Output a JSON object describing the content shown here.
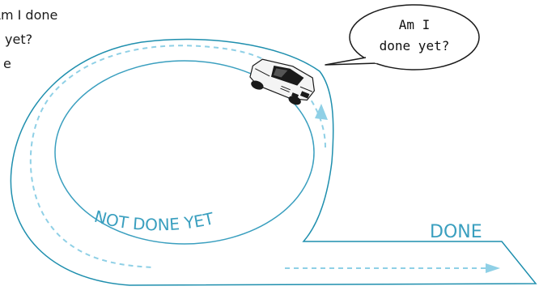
{
  "colors": {
    "track": "#1f8fae",
    "lane": "#8fd0e6",
    "label": "#3a9fbf",
    "ink": "#1a1a1a"
  },
  "side_text": {
    "line1": "Am I done",
    "line2": "yet?",
    "line3": "e"
  },
  "bubble": {
    "line1": "Am I",
    "line2": "done yet?"
  },
  "labels": {
    "not_done": "NOT DONE YET",
    "done": "DONE"
  },
  "icons": {
    "car": "car-icon",
    "arrow": "arrow-icon"
  }
}
